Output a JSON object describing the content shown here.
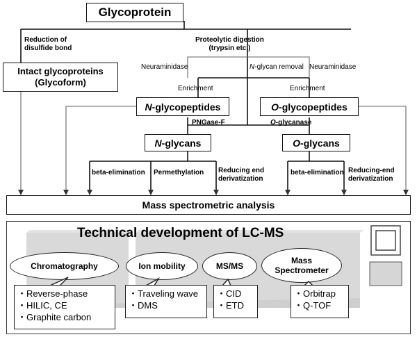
{
  "top": {
    "glycoprotein": "Glycoprotein",
    "reduction": "Reduction of\ndisulfide bond",
    "proteolytic": "Proteolytic digestion\n(trypsin etc.)",
    "intact": "Intact glycoproteins\n(Glycoform)",
    "neuraminidase_left": "Neuraminidase",
    "nglycan_removal_prefix": "N",
    "nglycan_removal_rest": "-glycan removal",
    "neuraminidase_right": "Neuraminidase",
    "enrichment_left": "Enrichment",
    "enrichment_right": "Enrichment",
    "n_glycopeptides_prefix": "N",
    "n_glycopeptides_rest": "-glycopeptides",
    "o_glycopeptides_prefix": "O",
    "o_glycopeptides_rest": "-glycopeptides",
    "pngase": "PNGase-F",
    "oglycanase_prefix": "O",
    "oglycanase_rest": "-glycanase",
    "n_glycans_prefix": "N",
    "n_glycans_rest": "-glycans",
    "o_glycans_prefix": "O",
    "o_glycans_rest": "-glycans",
    "beta_elim_left": "beta-elimination",
    "permethylation": "Permethylation",
    "reducing_left": "Reducing end\nderivatization",
    "beta_elim_right": "beta-elimination",
    "reducing_right": "Reducing-end\nderivatization",
    "mass_spec": "Mass spectrometric analysis"
  },
  "tech": {
    "title": "Technical development of LC-MS",
    "categories": [
      {
        "label": "Chromatography",
        "items": [
          "Reverse-phase",
          "HILIC, CE",
          "Graphite carbon"
        ]
      },
      {
        "label": "Ion mobility",
        "items": [
          "Traveling wave",
          "DMS"
        ]
      },
      {
        "label": "MS/MS",
        "items": [
          "CID",
          "ETD"
        ]
      },
      {
        "label": "Mass\nSpectrometer",
        "items": [
          "Orbitrap",
          "Q-TOF"
        ]
      }
    ],
    "bullet": "・"
  },
  "colors": {
    "line": "#111111",
    "arrow": "#555555",
    "shadow": "#d4d4d4",
    "shadow_dark": "#c4c4c4"
  }
}
